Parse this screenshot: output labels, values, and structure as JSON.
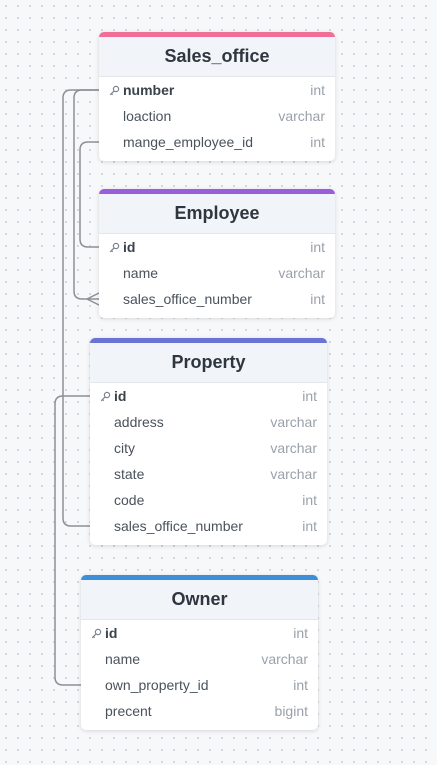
{
  "theme": {
    "canvas_bg": "#f7f8fa",
    "connector_color": "#8d8f94"
  },
  "tables": [
    {
      "id": "sales_office",
      "title": "Sales_office",
      "accent": "#ef6f96",
      "columns": [
        {
          "name": "number",
          "type": "int",
          "pk": true
        },
        {
          "name": "loaction",
          "type": "varchar",
          "pk": false
        },
        {
          "name": "mange_employee_id",
          "type": "int",
          "pk": false
        }
      ]
    },
    {
      "id": "employee",
      "title": "Employee",
      "accent": "#9b5ddc",
      "columns": [
        {
          "name": "id",
          "type": "int",
          "pk": true
        },
        {
          "name": "name",
          "type": "varchar",
          "pk": false
        },
        {
          "name": "sales_office_number",
          "type": "int",
          "pk": false
        }
      ]
    },
    {
      "id": "property",
      "title": "Property",
      "accent": "#6b74d6",
      "columns": [
        {
          "name": "id",
          "type": "int",
          "pk": true
        },
        {
          "name": "address",
          "type": "varchar",
          "pk": false
        },
        {
          "name": "city",
          "type": "varchar",
          "pk": false
        },
        {
          "name": "state",
          "type": "varchar",
          "pk": false
        },
        {
          "name": "code",
          "type": "int",
          "pk": false
        },
        {
          "name": "sales_office_number",
          "type": "int",
          "pk": false
        }
      ]
    },
    {
      "id": "owner",
      "title": "Owner",
      "accent": "#3d8fd8",
      "columns": [
        {
          "name": "id",
          "type": "int",
          "pk": true
        },
        {
          "name": "name",
          "type": "varchar",
          "pk": false
        },
        {
          "name": "own_property_id",
          "type": "int",
          "pk": false
        },
        {
          "name": "precent",
          "type": "bigint",
          "pk": false
        }
      ]
    }
  ],
  "relationships": [
    {
      "from": "sales_office.number",
      "to": "employee.sales_office_number",
      "crow_foot": true
    },
    {
      "from": "sales_office.mange_employee_id",
      "to": "employee.id",
      "crow_foot": false
    },
    {
      "from": "sales_office.number",
      "to": "property.sales_office_number",
      "crow_foot": false
    },
    {
      "from": "property.id",
      "to": "owner.own_property_id",
      "crow_foot": false
    }
  ]
}
